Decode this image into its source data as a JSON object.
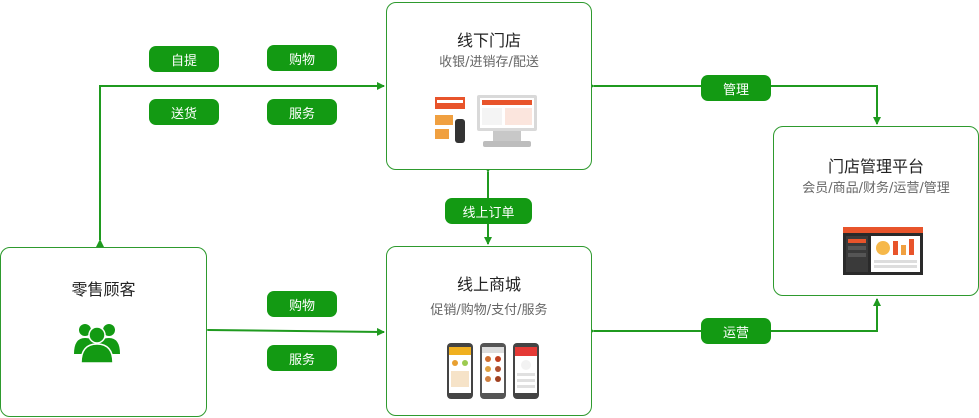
{
  "offline_store": {
    "title": "线下门店",
    "subtitle": "收银/进销存/配送"
  },
  "online_mall": {
    "title": "线上商城",
    "subtitle": "促销/购物/支付/服务"
  },
  "platform": {
    "title": "门店管理平台",
    "subtitle": "会员/商品/财务/运营/管理"
  },
  "customer": {
    "title": "零售顾客",
    "icon": "people-icon"
  },
  "labels": {
    "pickup": "自提",
    "delivery": "送货",
    "shopping_top": "购物",
    "service_top": "服务",
    "manage": "管理",
    "online_order": "线上订单",
    "shopping_bottom": "购物",
    "service_bottom": "服务",
    "operate": "运营"
  },
  "colors": {
    "accent": "#139a13",
    "border": "#2e9a2e",
    "arrow": "#1f9a1f"
  }
}
